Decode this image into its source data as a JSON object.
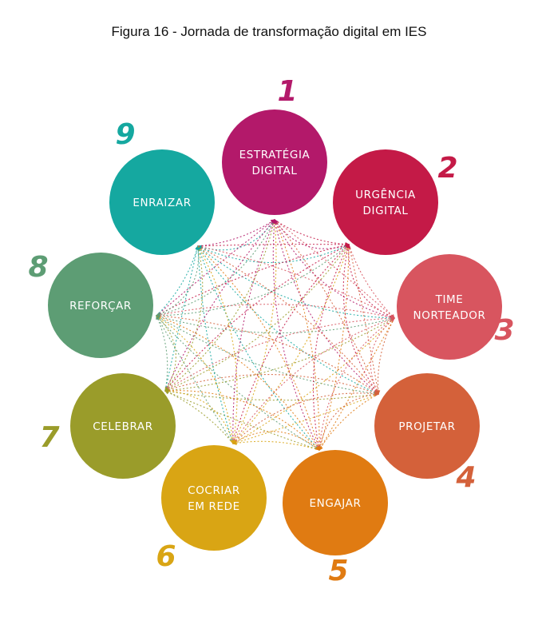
{
  "caption": "Figura 16 - Jornada de transformação digital em IES",
  "steps": [
    {
      "number": "1",
      "lines": [
        "ESTRATÉGIA",
        "DIGITAL"
      ],
      "color": "#b3196a"
    },
    {
      "number": "2",
      "lines": [
        "URGÊNCIA",
        "DIGITAL"
      ],
      "color": "#c41a47"
    },
    {
      "number": "3",
      "lines": [
        "TIME",
        "NORTEADOR"
      ],
      "color": "#d8555f"
    },
    {
      "number": "4",
      "lines": [
        "PROJETAR"
      ],
      "color": "#d4613a"
    },
    {
      "number": "5",
      "lines": [
        "ENGAJAR"
      ],
      "color": "#e07b12"
    },
    {
      "number": "6",
      "lines": [
        "COCRIAR",
        "EM REDE"
      ],
      "color": "#d9a514"
    },
    {
      "number": "7",
      "lines": [
        "CELEBRAR"
      ],
      "color": "#9a9c2a"
    },
    {
      "number": "8",
      "lines": [
        "REFORÇAR"
      ],
      "color": "#5d9d74"
    },
    {
      "number": "9",
      "lines": [
        "ENRAIZAR"
      ],
      "color": "#15a8a0"
    }
  ]
}
